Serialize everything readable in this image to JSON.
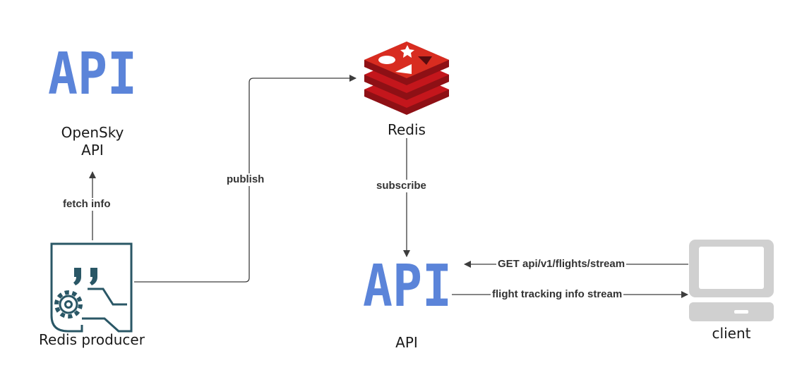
{
  "nodes": {
    "opensky": {
      "icon_text": "API",
      "label_line1": "OpenSky",
      "label_line2": "API",
      "icon": "api-text-icon"
    },
    "redis": {
      "label": "Redis",
      "icon": "redis-logo-icon"
    },
    "producer": {
      "label": "Redis producer",
      "icon": "quote-gear-icon"
    },
    "api": {
      "icon_text": "API",
      "label": "API",
      "icon": "api-text-icon"
    },
    "client": {
      "label": "client",
      "icon": "computer-monitor-icon"
    }
  },
  "edges": {
    "fetch_info": "fetch info",
    "publish": "publish",
    "subscribe": "subscribe",
    "get_stream": "GET api/v1/flights/stream",
    "tracking_stream": "flight tracking info stream"
  },
  "colors": {
    "api_blue": "#5b84d9",
    "redis_red": "#c4161c",
    "redis_dark": "#8e1015",
    "producer_teal": "#2a5766",
    "client_gray": "#d0d0d0",
    "line": "#3d3d3d"
  }
}
